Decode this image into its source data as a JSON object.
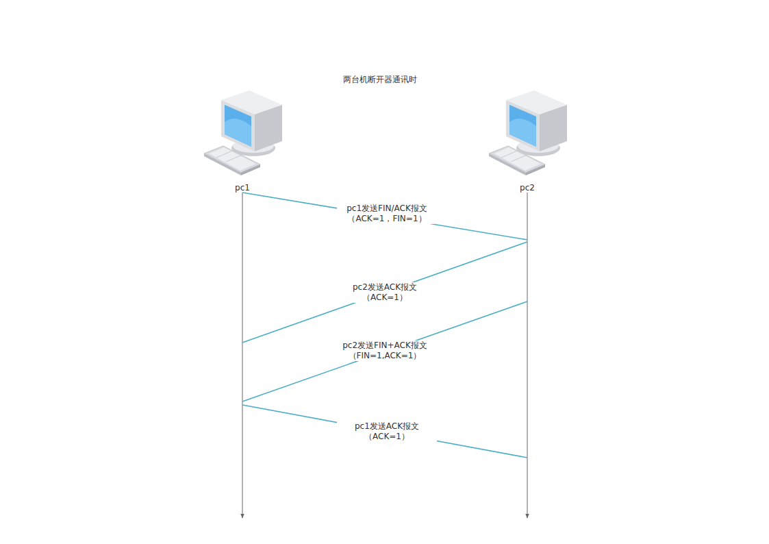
{
  "diagram": {
    "title": "两台机断开器通讯时",
    "nodes": [
      {
        "text": [
          "pc1"
        ]
      },
      {
        "text": [
          "pc2"
        ]
      }
    ],
    "edges": [
      {
        "from": 0,
        "to": 1,
        "arrow": "none",
        "label": "pc1发送FIN/ACK报文 （ACK=1，FIN=1）"
      },
      {
        "from": 1,
        "to": 0,
        "arrow": "none",
        "label": "pc2发送ACK报文 （ACK=1）"
      },
      {
        "from": 1,
        "to": 0,
        "arrow": "none",
        "label": "pc2发送FIN+ACK报文 （FIN=1,ACK=1）"
      },
      {
        "from": 0,
        "to": 1,
        "arrow": "none",
        "label": "pc1发送ACK报文 （ACK=1）"
      }
    ]
  }
}
